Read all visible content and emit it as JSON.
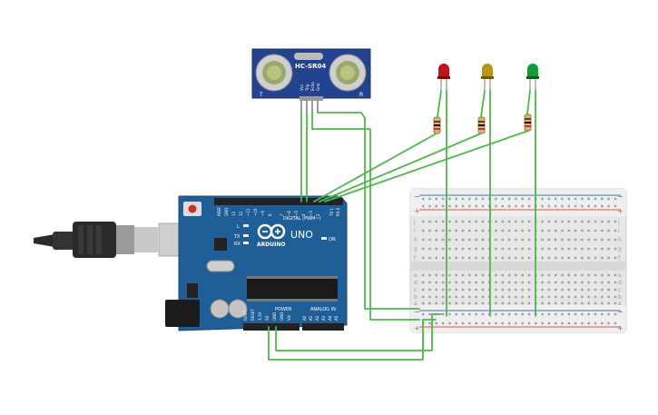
{
  "sensor": {
    "model": "HC-SR04",
    "left_mark": "T",
    "right_mark": "R",
    "pins": [
      "Vcc",
      "Trig",
      "Echo",
      "Gnd"
    ]
  },
  "leds": [
    {
      "color_name": "red",
      "color": "#c0141b"
    },
    {
      "color_name": "yellow",
      "color": "#b79615"
    },
    {
      "color_name": "green",
      "color": "#119b3a"
    }
  ],
  "arduino": {
    "brand": "ARDUINO",
    "model": "UNO",
    "digital_label": "DIGITAL (PWM~)",
    "power_label": "POWER",
    "analog_label": "ANALOG IN",
    "on_label": "ON",
    "tx_label": "TX",
    "rx_label": "RX",
    "l_label": "L",
    "digital_pins": [
      "AREF",
      "GND",
      "13",
      "12",
      "~11",
      "~10",
      "~9",
      "8",
      "7",
      "~6",
      "~5",
      "4",
      "~3",
      "2",
      "TX 1",
      "RX 0"
    ],
    "power_pins": [
      "IOREF",
      "RESET",
      "3.3V",
      "5V",
      "GND",
      "GND",
      "Vin"
    ],
    "analog_pins": [
      "A0",
      "A1",
      "A2",
      "A3",
      "A4",
      "A5"
    ]
  },
  "breadboard": {
    "row_letters_top": [
      "j",
      "i",
      "h",
      "g",
      "f"
    ],
    "row_letters_bottom": [
      "e",
      "d",
      "c",
      "b",
      "a"
    ],
    "minus": "−",
    "plus": "+"
  },
  "colors": {
    "wire": "#4cb84a",
    "board": "#1f5e96",
    "breadboard": "#e9e9e9",
    "rail_red": "#d9534f",
    "rail_blue": "#4a6fb5"
  }
}
